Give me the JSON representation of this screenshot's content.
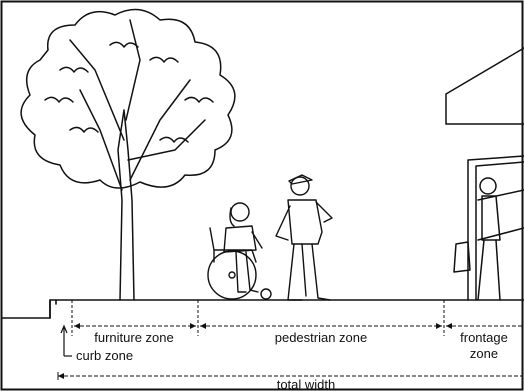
{
  "labels": {
    "furniture_zone": "furniture zone",
    "pedestrian_zone": "pedestrian zone",
    "frontage_line1": "frontage",
    "frontage_line2": "zone",
    "curb_zone": "curb zone",
    "total_width": "total width"
  },
  "colors": {
    "ink": "#111111",
    "background": "#ffffff"
  },
  "figures": [
    "tree",
    "person-in-wheelchair",
    "standing-person-with-cap",
    "building-entrance",
    "person-in-doorway"
  ]
}
